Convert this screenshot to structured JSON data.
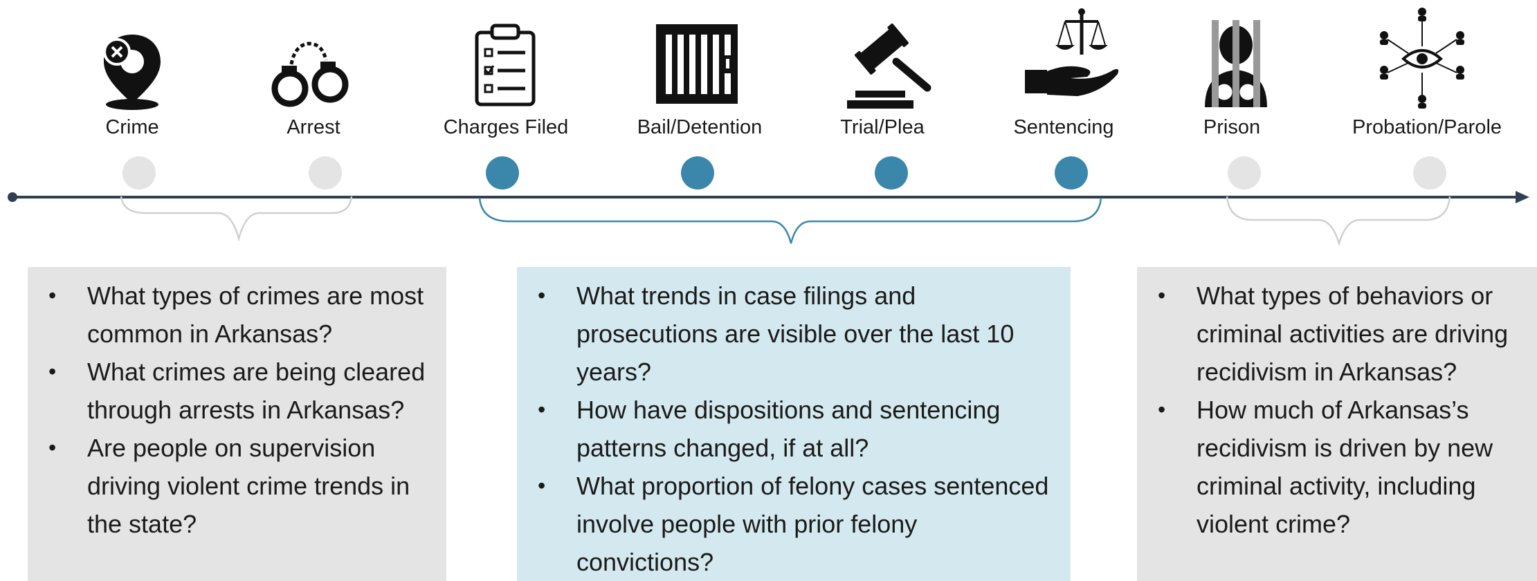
{
  "stages": [
    {
      "label": "Crime",
      "icon": "map-pin-x-icon",
      "active": false
    },
    {
      "label": "Arrest",
      "icon": "handcuffs-icon",
      "active": false
    },
    {
      "label": "Charges Filed",
      "icon": "clipboard-checklist-icon",
      "active": true
    },
    {
      "label": "Bail/Detention",
      "icon": "jail-cell-icon",
      "active": true
    },
    {
      "label": "Trial/Plea",
      "icon": "gavel-icon",
      "active": true
    },
    {
      "label": "Sentencing",
      "icon": "scales-hand-icon",
      "active": true
    },
    {
      "label": "Prison",
      "icon": "prisoner-bars-icon",
      "active": false
    },
    {
      "label": "Probation/Parole",
      "icon": "supervision-eye-network-icon",
      "active": false
    }
  ],
  "colors": {
    "axis": "#2f4150",
    "active_dot": "#3a87ab",
    "inactive_dot": "#e4e4e4",
    "grey_box": "#e4e4e4",
    "blue_box": "#d3e8ef",
    "blue_brace": "#3a87ab",
    "grey_brace": "#d0d0d0"
  },
  "boxes": {
    "left": {
      "questions": [
        "What types of crimes are most common in Arkansas?",
        "What crimes are being cleared through arrests in Arkansas?",
        "Are people on supervision driving violent crime trends in the state?"
      ]
    },
    "middle": {
      "questions": [
        "What trends in case filings and prosecutions are visible over the last 10 years?",
        "How have dispositions and sentencing patterns changed, if at all?",
        "What proportion of felony cases sentenced involve people with prior felony convictions?"
      ]
    },
    "right": {
      "questions": [
        "What types of behaviors or criminal activities are driving recidivism in Arkansas?",
        "How much of Arkansas’s recidivism is driven by new criminal activity, including violent crime?"
      ]
    }
  }
}
